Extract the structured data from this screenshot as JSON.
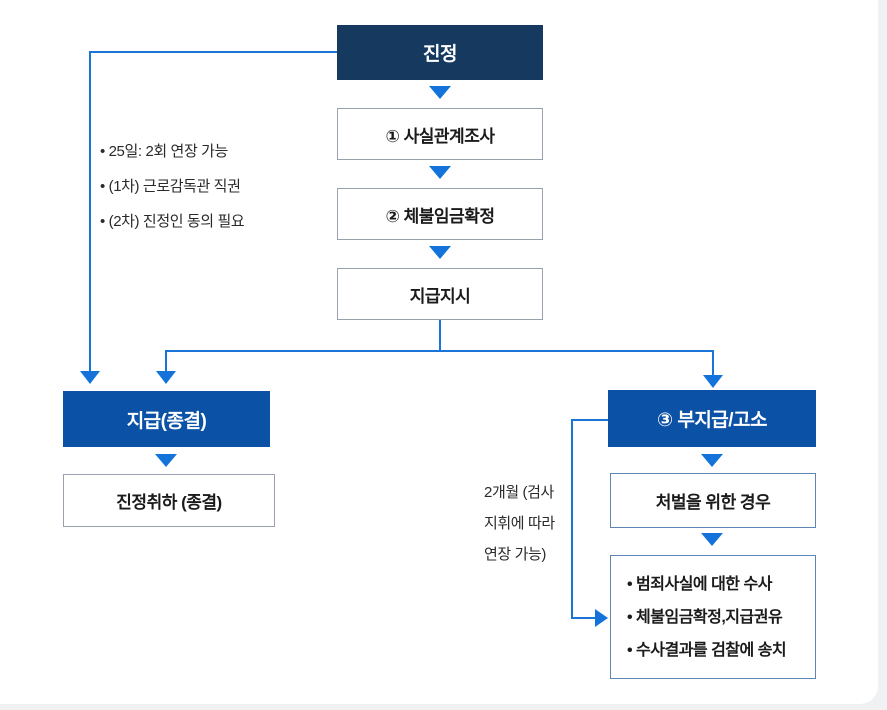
{
  "diagram": {
    "start_box": "진정",
    "steps": {
      "fact_check": "① 사실관계조사",
      "wage_confirm": "② 체불임금확정",
      "payment_order": "지급지시"
    },
    "left_note": [
      "• 25일: 2회 연장 가능",
      "• (1차) 근로감독관 직권",
      "• (2차) 진정인 동의 필요"
    ],
    "paid_box": "지급(종결)",
    "withdraw_box": "진정취하 (종결)",
    "unpaid_box": "③ 부지급/고소",
    "punish_box": "처벌을 위한 경우",
    "investigation_items": [
      "• 범죄사실에 대한 수사",
      "• 체불임금확정,지급권유",
      "• 수사결과를 검찰에 송치"
    ],
    "duration_note": [
      "2개월 (검사",
      "지휘에 따라",
      "연장 가능)"
    ]
  },
  "colors": {
    "navy": "#16395F",
    "blue": "#0B51A5",
    "line_blue": "#1B74D8",
    "border_gray": "#98A1AD",
    "border_blue": "#5F85B5"
  }
}
